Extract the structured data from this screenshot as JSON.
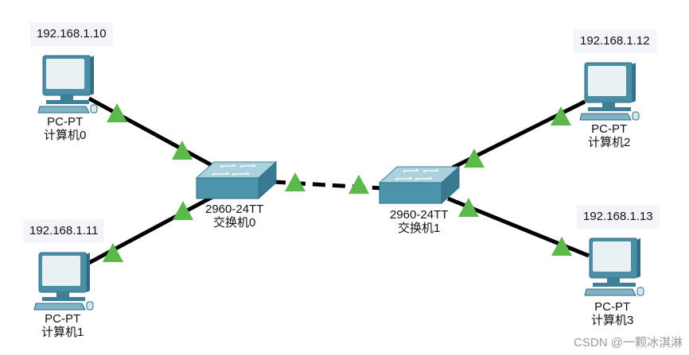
{
  "colors": {
    "link": "#000000",
    "port_up": "#5cb84a",
    "pc_body": "#4a8fa6",
    "pc_screen": "#e9f1f5",
    "switch_top": "#a9d2de",
    "switch_front": "#4d95ad",
    "background": "#ffffff"
  },
  "pcs": [
    {
      "id": "pc0",
      "ip": "192.168.1.10",
      "model": "PC-PT",
      "name": "计算机0",
      "icon": "pc-icon"
    },
    {
      "id": "pc1",
      "ip": "192.168.1.11",
      "model": "PC-PT",
      "name": "计算机1",
      "icon": "pc-icon"
    },
    {
      "id": "pc2",
      "ip": "192.168.1.12",
      "model": "PC-PT",
      "name": "计算机2",
      "icon": "pc-icon"
    },
    {
      "id": "pc3",
      "ip": "192.168.1.13",
      "model": "PC-PT",
      "name": "计算机3",
      "icon": "pc-icon"
    }
  ],
  "switches": [
    {
      "id": "sw0",
      "model": "2960-24TT",
      "name": "交换机0",
      "icon": "switch-icon"
    },
    {
      "id": "sw1",
      "model": "2960-24TT",
      "name": "交换机1",
      "icon": "switch-icon"
    }
  ],
  "links": [
    {
      "from": "pc0",
      "to": "sw0",
      "style": "solid",
      "status": "up"
    },
    {
      "from": "pc1",
      "to": "sw0",
      "style": "solid",
      "status": "up"
    },
    {
      "from": "sw0",
      "to": "sw1",
      "style": "dashed",
      "status": "up"
    },
    {
      "from": "sw1",
      "to": "pc2",
      "style": "solid",
      "status": "up"
    },
    {
      "from": "sw1",
      "to": "pc3",
      "style": "solid",
      "status": "up"
    }
  ],
  "watermark": "CSDN @一颗冰淇淋"
}
